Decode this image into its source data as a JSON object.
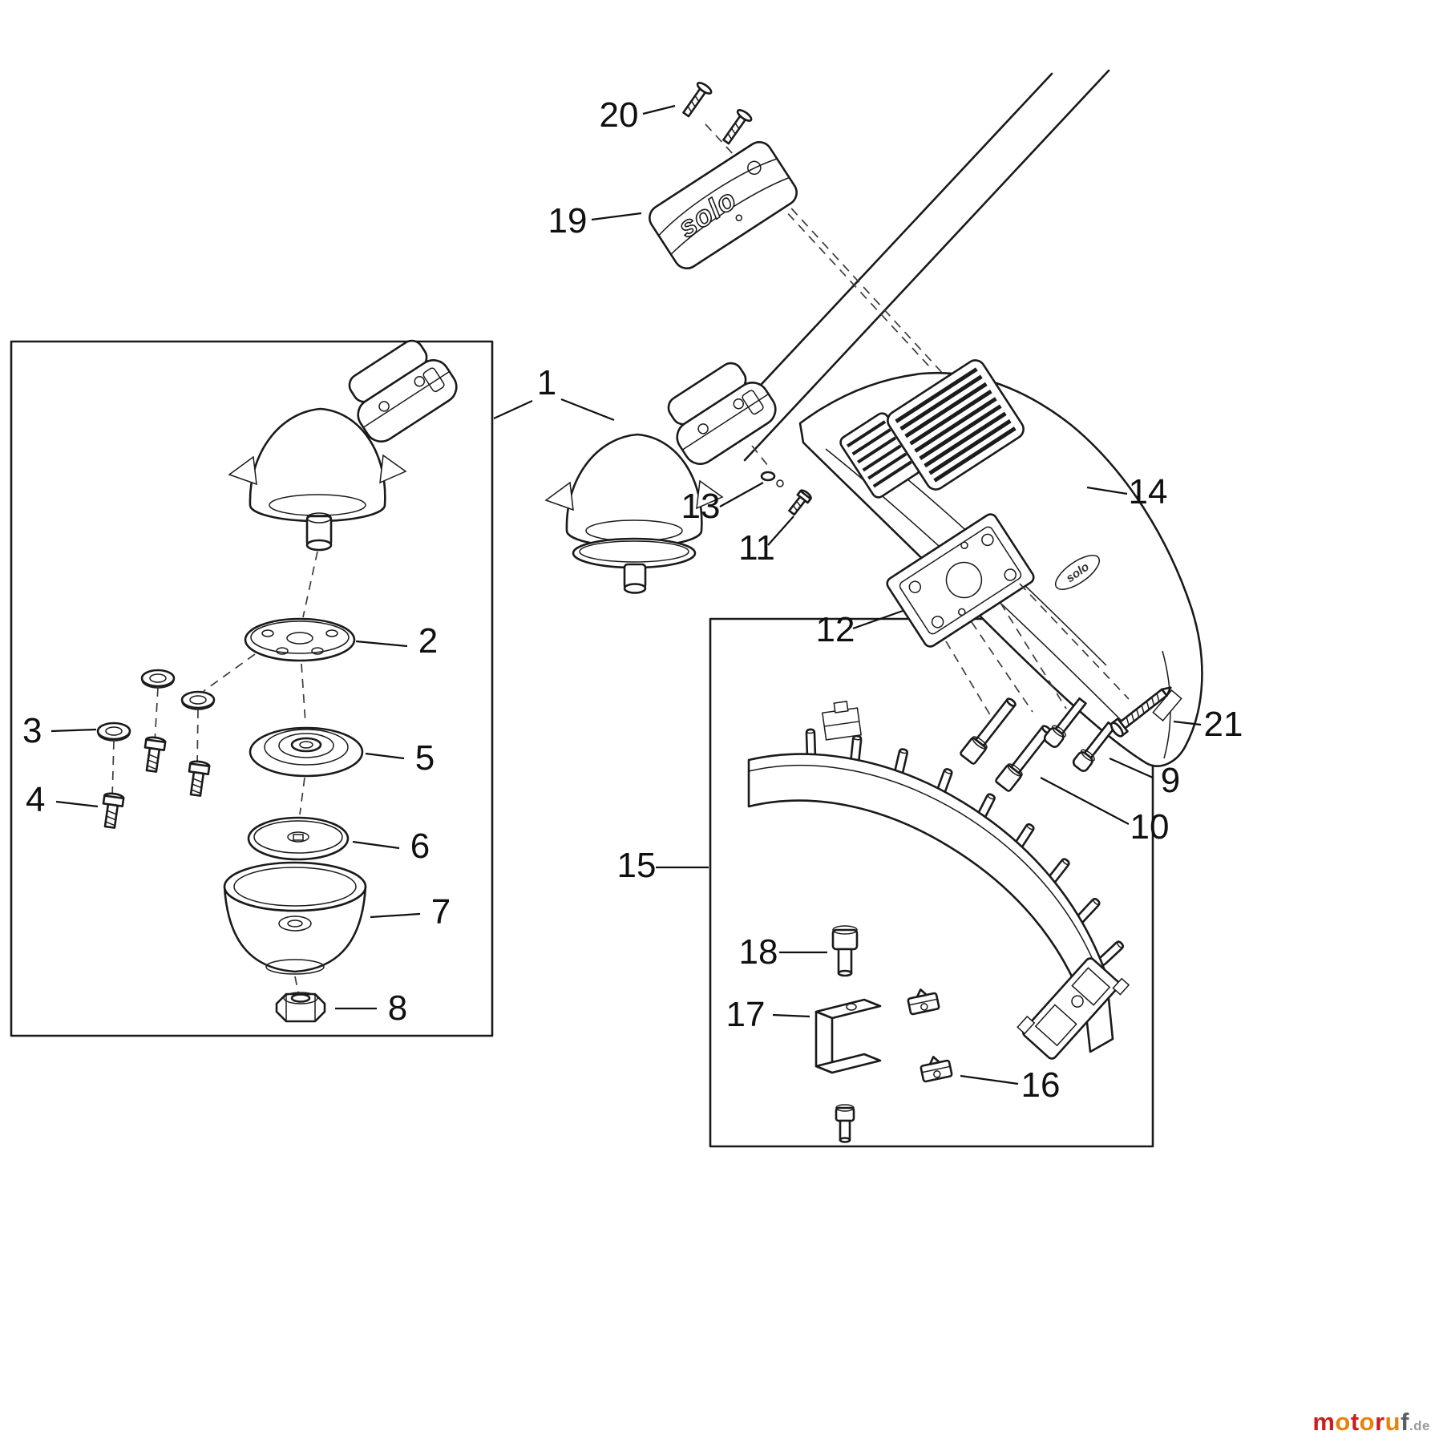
{
  "page": {
    "background": "#ffffff",
    "line_color": "#1a1a1a",
    "description_type": "exploded-parts-diagram"
  },
  "diagram": {
    "brand": "solo",
    "callouts": {
      "c1": "1",
      "c2": "2",
      "c3": "3",
      "c4": "4",
      "c5": "5",
      "c6": "6",
      "c7": "7",
      "c8": "8",
      "c9": "9",
      "c10": "10",
      "c11": "11",
      "c12": "12",
      "c13": "13",
      "c14": "14",
      "c15": "15",
      "c16": "16",
      "c17": "17",
      "c18": "18",
      "c19": "19",
      "c20": "20",
      "c21": "21"
    }
  },
  "watermark": {
    "letters": [
      {
        "ch": "m",
        "color": "#c81f1f"
      },
      {
        "ch": "o",
        "color": "#e8820c"
      },
      {
        "ch": "t",
        "color": "#c81f1f"
      },
      {
        "ch": "o",
        "color": "#e8820c"
      },
      {
        "ch": "r",
        "color": "#c81f1f"
      },
      {
        "ch": "u",
        "color": "#e8820c"
      },
      {
        "ch": "f",
        "color": "#5a5f66"
      }
    ],
    "suffix": ".de",
    "suffix_color": "#9a9a9a"
  }
}
